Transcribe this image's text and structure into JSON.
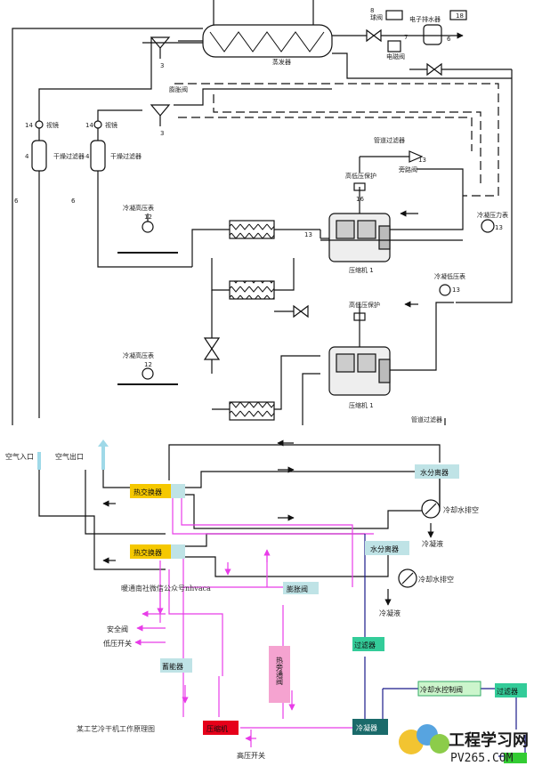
{
  "top": {
    "ball_valve": "球阀",
    "solenoid": "电磁阀",
    "drain": "电子排水器",
    "evaporator": "蒸发器",
    "expansion_valve": "膨胀阀",
    "sight_glass": "视镜",
    "dryer": "干燥过滤器",
    "condensing_gauge": "冷凝高压表",
    "condenser_sensor_1": "冷凝压力表",
    "condenser_sensor_2": "冷凝低压表",
    "hi_lo_protect": "高低压保护",
    "compressor_1": "压缩机 1",
    "compressor_2": "压缩机 1",
    "pipe_filter_top": "管道过滤器",
    "pipe_filter_bottom": "管道过滤器",
    "bypass_valve": "旁路阀",
    "n3a": "3",
    "n3b": "3",
    "n4a": "4",
    "n4b": "4",
    "n6a": "6",
    "n6b": "6",
    "n6c": "6",
    "n7": "7",
    "n8": "8",
    "n12a": "12",
    "n12b": "12",
    "n13a": "13",
    "n13b": "13",
    "n13c": "13",
    "n13d": "13",
    "n14a": "14",
    "n14b": "14",
    "n16": "16",
    "n18": "18"
  },
  "bottom": {
    "air_in": "空气入口",
    "air_out": "空气出口",
    "hx1": "热交换器",
    "hx2": "热交换器",
    "ws1": "水分离器",
    "ws2": "水分离器",
    "drain1": "冷却水排空",
    "drain2": "冷却水排空",
    "condensate1": "冷凝液",
    "condensate2": "冷凝液",
    "expansion": "膨胀阀",
    "safety_valve": "安全阀",
    "low_switch": "低压开关",
    "accumulator": "蓄能器",
    "hot_bypass": "热旁通阀",
    "filter1": "过滤器",
    "filter2": "过滤器",
    "cw_valve": "冷却水控制阀",
    "compressor": "压缩机",
    "condenser": "冷凝器",
    "high_switch": "高压开关",
    "caption": "某工艺冷干机工作原理图",
    "watermark_text": "暖通南社微信公众号nhvaca",
    "site_name": "工程学习网",
    "site_url": "PV265.COM"
  },
  "colors": {
    "line": "#111111",
    "magenta": "#e83ce8",
    "yellow": "#f5c800",
    "teal": "#bfe3e6",
    "green": "#33cc99",
    "pink": "#f5a3d0",
    "red": "#e6001a",
    "lightgreen": "#ccf5cc"
  }
}
